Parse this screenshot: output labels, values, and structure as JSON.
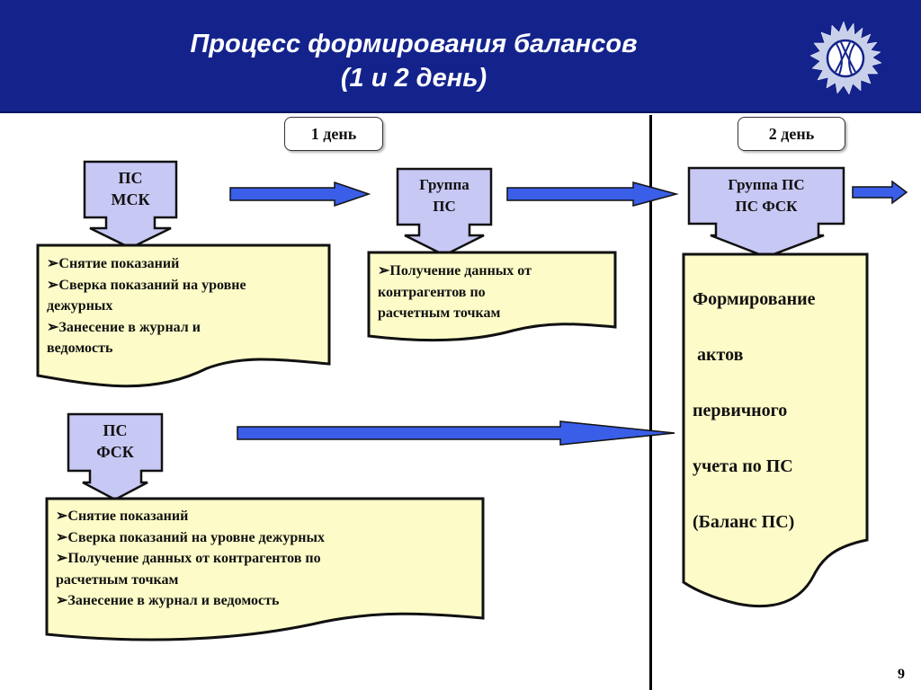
{
  "header": {
    "title_line1": "Процесс формирования балансов",
    "title_line2": "(1 и 2 день)",
    "logo": "sun-circle-logo"
  },
  "colors": {
    "header_bg": "#14238c",
    "box_fill": "#c8c8f5",
    "doc_fill": "#fdfcc8",
    "arrow_fill": "#3a5ee8"
  },
  "days": [
    {
      "label": "1 день"
    },
    {
      "label": "2 день"
    }
  ],
  "nodes": {
    "ps_msk": {
      "lines": [
        "ПС",
        "МСК"
      ]
    },
    "group_ps": {
      "lines": [
        "Группа",
        "ПС"
      ]
    },
    "group_ps_fsk": {
      "lines": [
        "Группа ПС",
        "ПС ФСК"
      ]
    },
    "ps_fsk": {
      "lines": [
        "ПС",
        "ФСК"
      ]
    }
  },
  "documents": {
    "ps_msk_doc": [
      "➢Снятие показаний",
      "➢Сверка показаний на уровне",
      "дежурных",
      "➢Занесение в журнал и",
      "ведомость"
    ],
    "group_ps_doc": [
      "➢Получение данных от",
      "контрагентов по",
      "расчетным точкам"
    ],
    "ps_fsk_doc": [
      "➢Снятие показаний",
      "➢Сверка показаний на уровне дежурных",
      "➢Получение данных от контрагентов по",
      "расчетным точкам",
      "➢Занесение в журнал и ведомость"
    ],
    "balance_doc": [
      "Формирование",
      " актов",
      "первичного",
      "учета по ПС",
      "(Баланс ПС)"
    ]
  },
  "page_number": "9"
}
